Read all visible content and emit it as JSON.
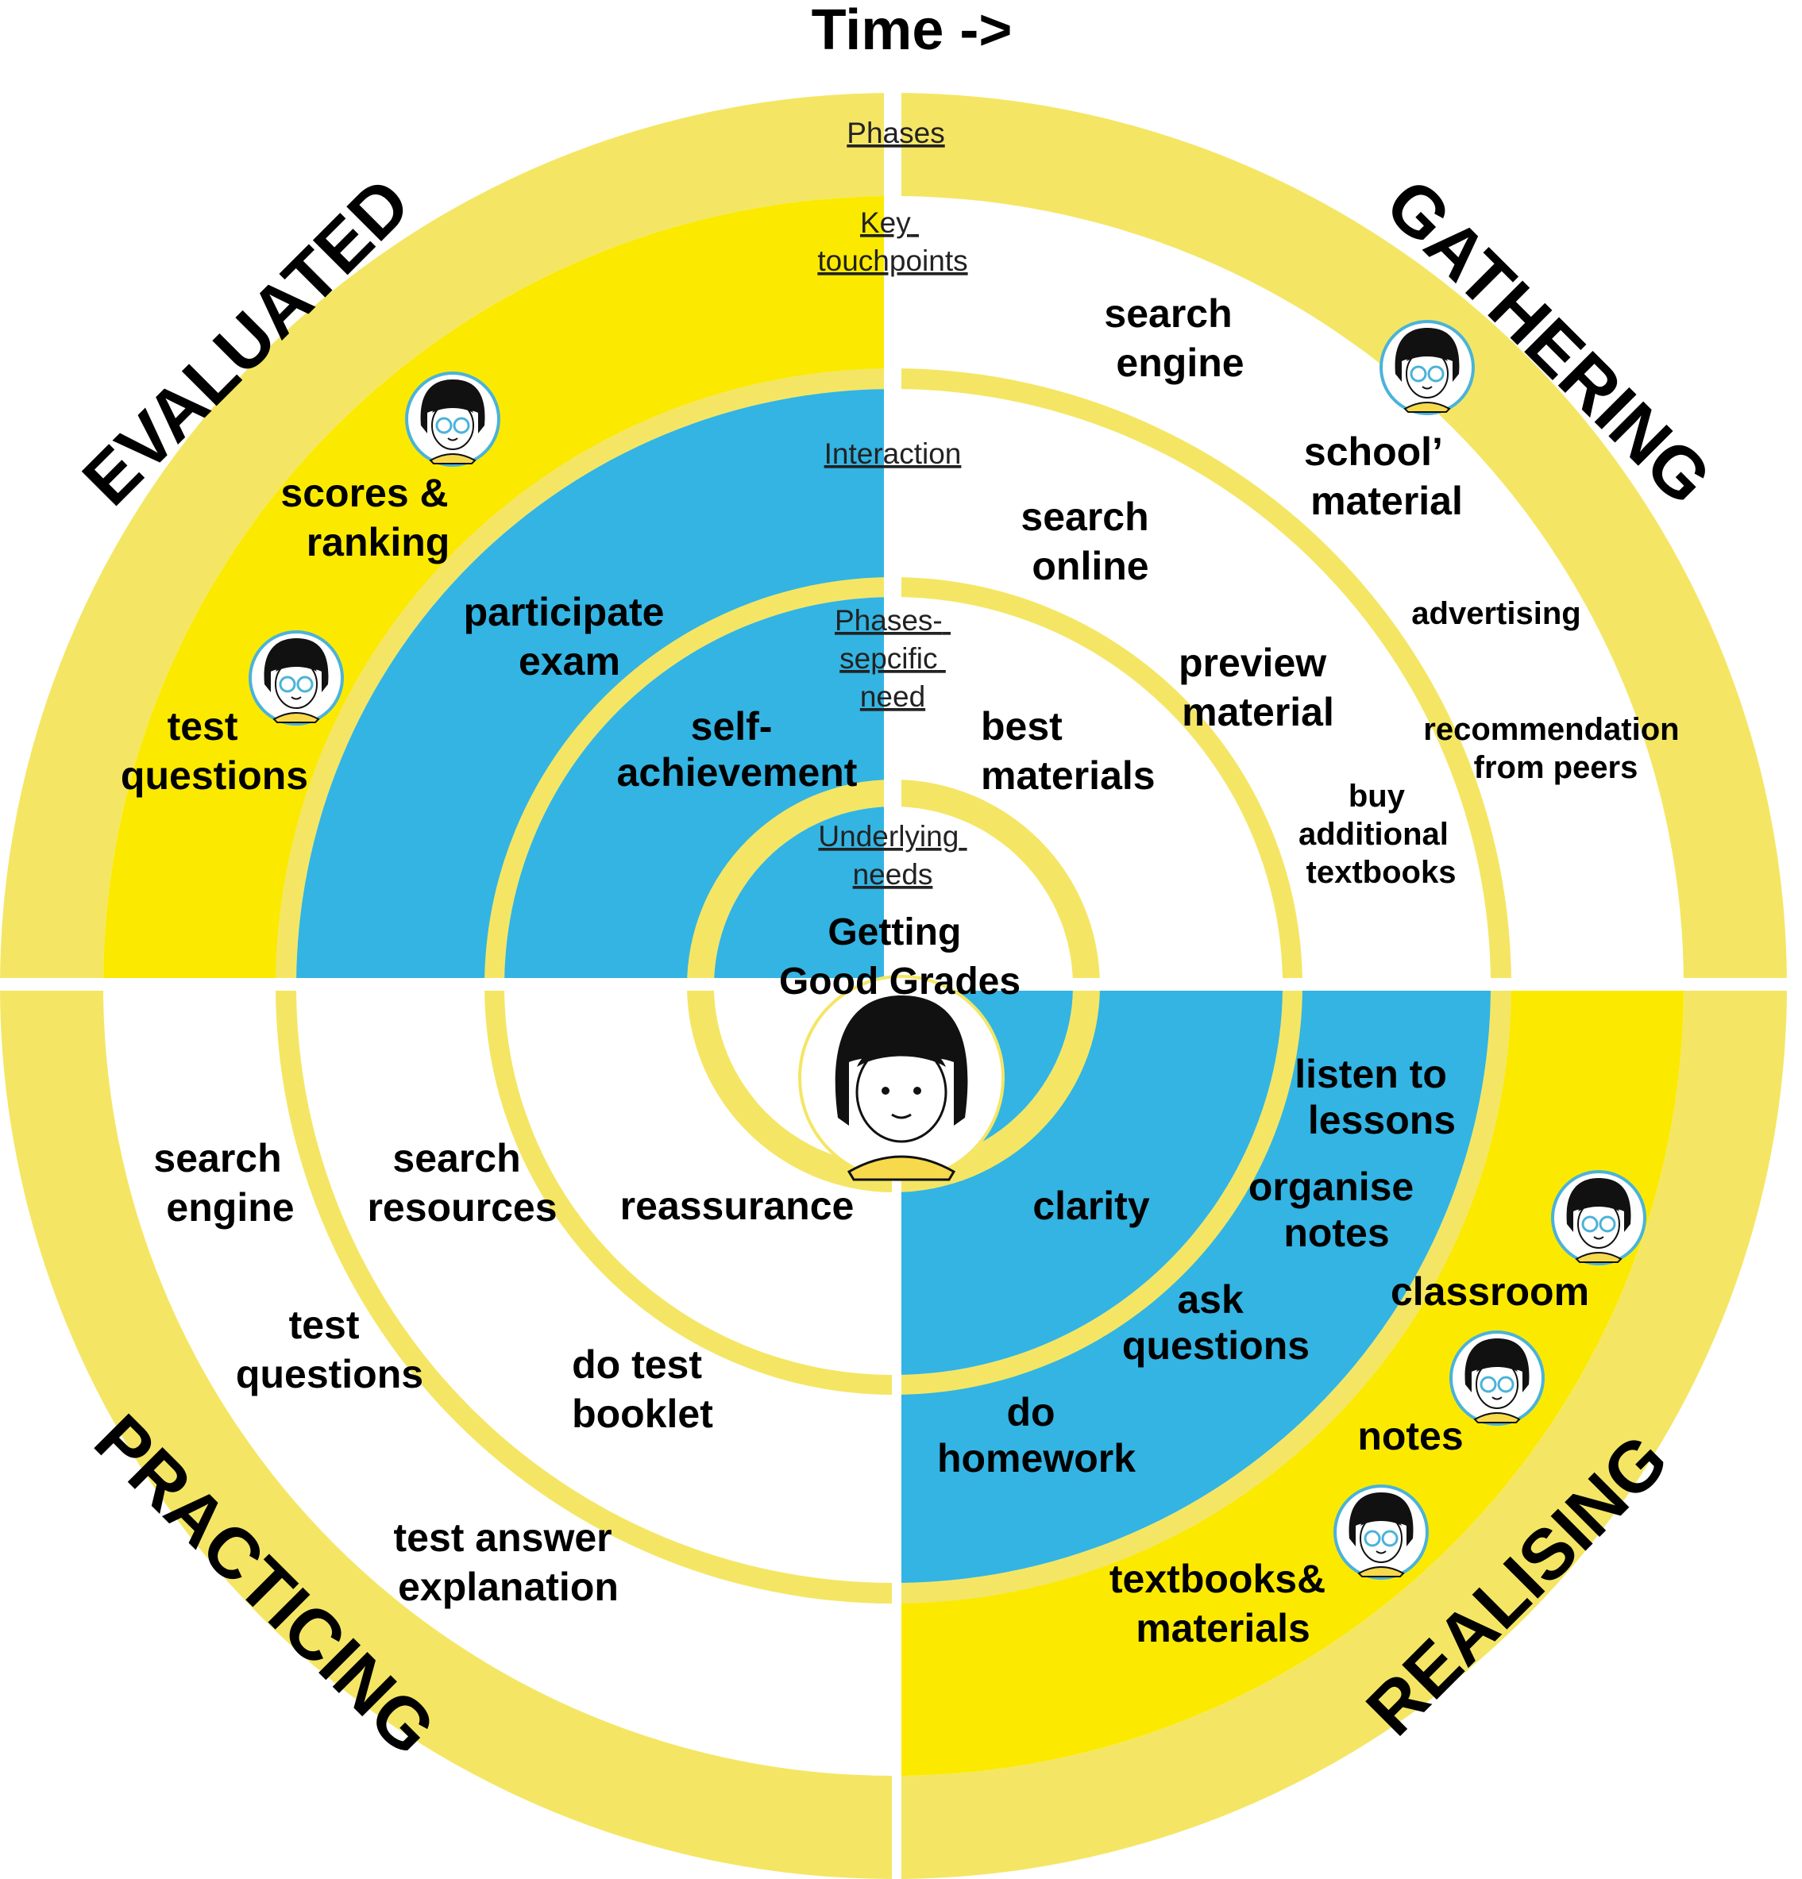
{
  "title": "Time ->",
  "colors": {
    "ring": "#F4E664",
    "highlight_yellow": "#FBEA00",
    "highlight_blue": "#33B4E3",
    "background": "#FFFFFF",
    "avatar_ring": "#4AB3D9"
  },
  "layer_captions": {
    "phases": "Phases",
    "touchpoints": [
      "Key",
      "touchpoints"
    ],
    "interaction": "Interaction",
    "phase_need": [
      "Phases-",
      "sepcific",
      "need"
    ],
    "underlying": [
      "Underlying",
      "needs"
    ]
  },
  "center": {
    "label": [
      "Getting",
      "Good Grades"
    ],
    "avatar_icon": "student-avatar-icon"
  },
  "phases": {
    "evaluated": "EVALUATED",
    "gathering": "GATHERING",
    "practicing": "PRACTICING",
    "realising": "REALISING"
  },
  "needs": {
    "evaluated": [
      "self-",
      "achievement"
    ],
    "gathering": [
      "best",
      "materials"
    ],
    "practicing": [
      "reassurance"
    ],
    "realising": [
      "clarity"
    ]
  },
  "interactions": {
    "evaluated": [
      "participate",
      "exam"
    ],
    "gathering": [
      [
        "search",
        "online"
      ],
      [
        "preview",
        "material"
      ]
    ],
    "practicing": [
      [
        "search",
        "resources"
      ],
      [
        "do test",
        "booklet"
      ]
    ],
    "realising": [
      [
        "listen to",
        "lessons"
      ],
      [
        "organise",
        "notes"
      ],
      [
        "ask",
        "questions"
      ],
      [
        "do",
        "homework"
      ]
    ]
  },
  "touchpoints": {
    "evaluated": [
      [
        "scores &",
        "ranking"
      ],
      [
        "test",
        "questions"
      ]
    ],
    "gathering": [
      [
        "search",
        "engine"
      ],
      [
        "school’",
        "material"
      ],
      [
        "advertising"
      ],
      [
        "recommendation",
        "from peers"
      ],
      [
        "buy",
        "additional",
        "textbooks"
      ]
    ],
    "practicing": [
      [
        "search",
        "engine"
      ],
      [
        "test",
        "questions"
      ],
      [
        "test answer",
        "explanation"
      ]
    ],
    "realising": [
      [
        "classroom"
      ],
      [
        "notes"
      ],
      [
        "textbooks&",
        "materials"
      ]
    ]
  }
}
